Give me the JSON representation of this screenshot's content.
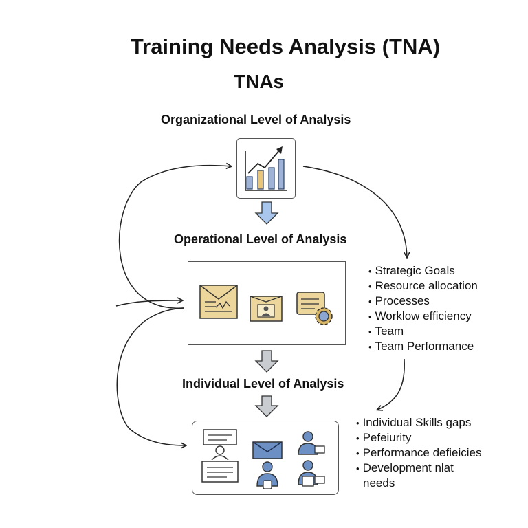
{
  "header": {
    "title": "Training Needs Analysis (TNA)",
    "subtitle": "TNAs"
  },
  "levels": {
    "organizational": {
      "label": "Organizational Level of Analysis",
      "icons": [
        "bar-chart-icon"
      ]
    },
    "operational": {
      "label": "Operational Level of Analysis",
      "icons": [
        "document-signature-icon",
        "presentation-icon",
        "database-gear-icon"
      ]
    },
    "individual": {
      "label": "Individual Level of Analysis",
      "icons": [
        "form-person-icon",
        "envelope-icon",
        "person-computer-icon",
        "person-hand-icon",
        "person-laptop-icon"
      ]
    }
  },
  "operational_points": [
    "Strategic Goals",
    "Resource allocation",
    "Processes",
    "Worklow efficiency",
    "Team",
    "Team Performance"
  ],
  "individual_points": [
    "Individual Skills gaps",
    "Pefeiurity",
    "Performance defieicies",
    "Development nlat",
    "needs"
  ],
  "colors": {
    "chart_blue": "#9fb3d6",
    "chart_yellow": "#e8c77a",
    "icon_gold": "#ecd69c",
    "icon_blue": "#6c8fc4",
    "down_arrow_blue": "#a9c6ec",
    "down_arrow_gray": "#c9ccd1"
  }
}
